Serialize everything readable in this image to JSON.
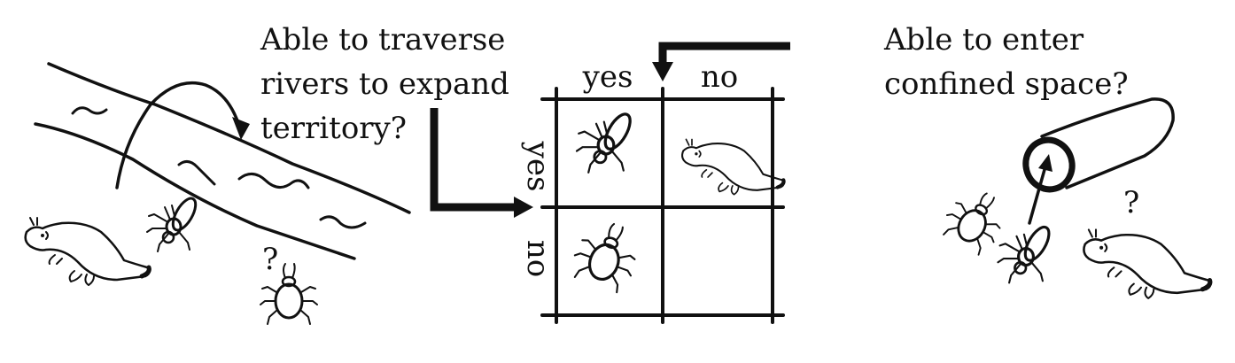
{
  "questions": {
    "river": [
      "Able to traverse",
      "rivers to expand",
      "territory?"
    ],
    "confined": [
      "Able to enter",
      "confined space?"
    ]
  },
  "matrix": {
    "col_labels": [
      "yes",
      "no"
    ],
    "row_labels": [
      "yes",
      "no"
    ]
  },
  "marks": {
    "question_mark": "?"
  },
  "colors": {
    "ink": "#111111",
    "background": "#ffffff"
  },
  "icons": {
    "river": "river-icon",
    "beetle": "beetle-icon",
    "flying_beetle": "flying-beetle-icon",
    "platypus": "platypus-icon",
    "log": "hollow-log-icon"
  }
}
